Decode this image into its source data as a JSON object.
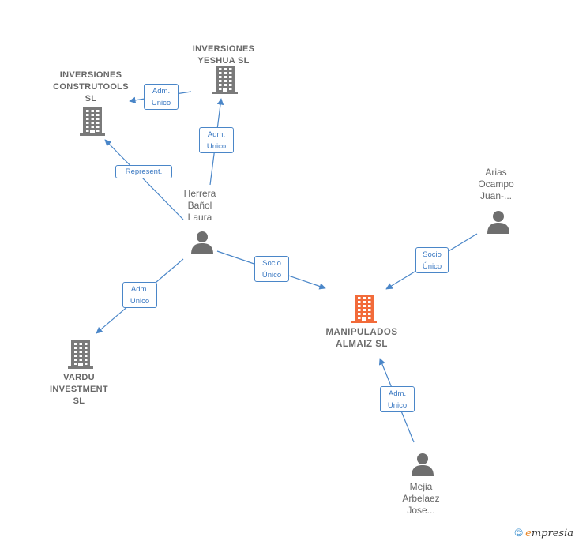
{
  "nodes": {
    "yeshua": {
      "type": "company",
      "lines": [
        "INVERSIONES",
        "YESHUA  SL"
      ]
    },
    "construtools": {
      "type": "company",
      "lines": [
        "INVERSIONES",
        "CONSTRUTOOLS",
        "SL"
      ]
    },
    "herrera": {
      "type": "person",
      "lines": [
        "Herrera",
        "Bañol",
        "Laura"
      ]
    },
    "arias": {
      "type": "person",
      "lines": [
        "Arias",
        "Ocampo",
        "Juan-..."
      ]
    },
    "manipulados": {
      "type": "focus-company",
      "lines": [
        "MANIPULADOS",
        "ALMAIZ  SL"
      ]
    },
    "vardu": {
      "type": "company",
      "lines": [
        "VARDU",
        "INVESTMENT",
        "SL"
      ]
    },
    "mejia": {
      "type": "person",
      "lines": [
        "Mejia",
        "Arbelaez",
        "Jose..."
      ]
    }
  },
  "edges": [
    {
      "id": "e1",
      "from": "herrera",
      "to": "yeshua",
      "lines": [
        "Adm.",
        "Unico"
      ]
    },
    {
      "id": "e2",
      "from": "yeshua",
      "to": "construtools",
      "lines": [
        "Adm.",
        "Unico"
      ]
    },
    {
      "id": "e3",
      "from": "herrera",
      "to": "construtools",
      "lines": [
        "Represent."
      ]
    },
    {
      "id": "e4",
      "from": "herrera",
      "to": "manipulados",
      "lines": [
        "Socio",
        "Único"
      ]
    },
    {
      "id": "e5",
      "from": "herrera",
      "to": "vardu",
      "lines": [
        "Adm.",
        "Unico"
      ]
    },
    {
      "id": "e6",
      "from": "arias",
      "to": "manipulados",
      "lines": [
        "Socio",
        "Único"
      ]
    },
    {
      "id": "e7",
      "from": "mejia",
      "to": "manipulados",
      "lines": [
        "Adm.",
        "Unico"
      ]
    }
  ],
  "colors": {
    "edge": "#4a86c8",
    "company_icon": "#7a7a7a",
    "focus_icon": "#f26b3a",
    "person_icon": "#6e6e6e"
  },
  "footer": {
    "copyright": "©",
    "brand_first": "e",
    "brand_rest": "mpresia"
  }
}
